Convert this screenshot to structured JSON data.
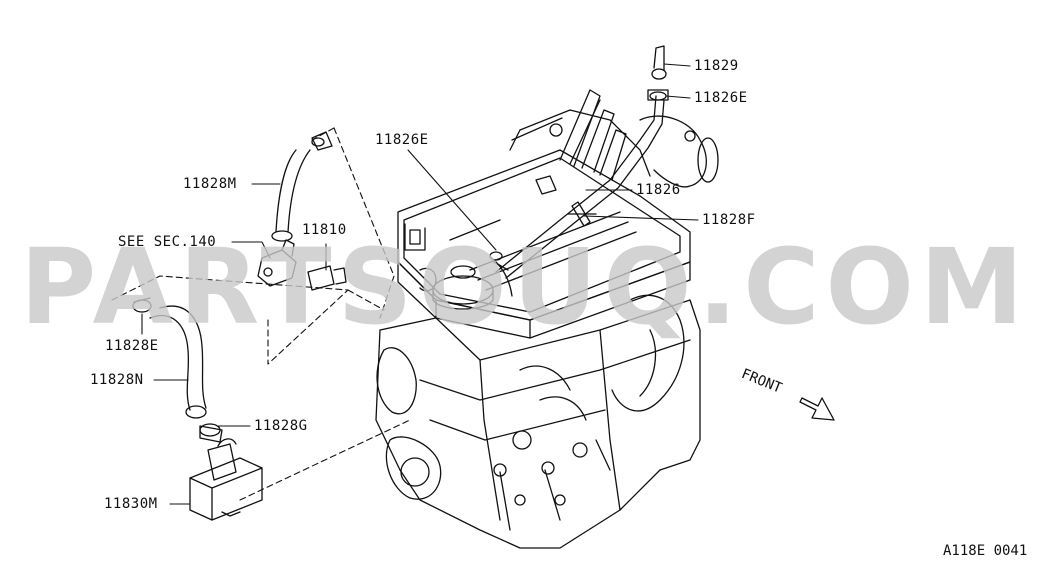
{
  "watermark": "PARTSOUQ.COM",
  "front_label": "FRONT",
  "diagram_code": "A118E 0041",
  "callouts": {
    "c11829": "11829",
    "c11826e_top": "11826E",
    "c11826e_mid": "11826E",
    "c11826": "11826",
    "c11828f": "11828F",
    "c11828m": "11828M",
    "see_sec": "SEE SEC.140",
    "c11810": "11810",
    "c11828e": "11828E",
    "c11828n": "11828N",
    "c11828g": "11828G",
    "c11830m": "11830M"
  },
  "colors": {
    "line": "#111111",
    "watermark": "#c9c9c9",
    "background": "#ffffff"
  }
}
